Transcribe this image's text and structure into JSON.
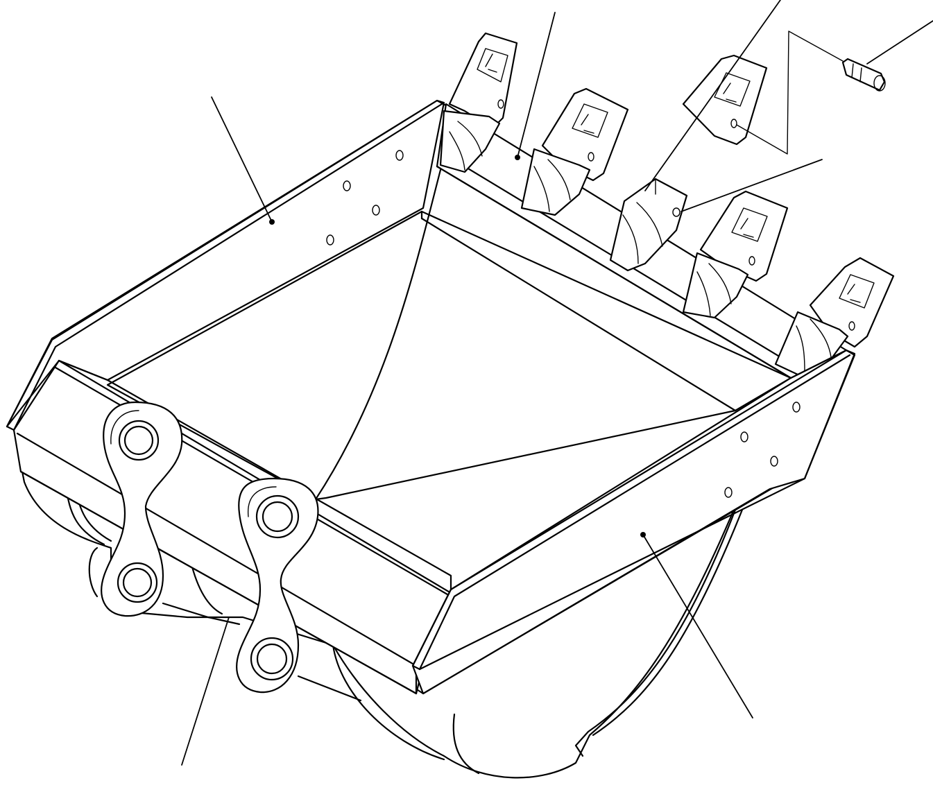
{
  "figure": {
    "subject": "bucket-assembly-exploded-view",
    "callouts": [
      {
        "id": "side-plate-left",
        "label": ""
      },
      {
        "id": "cutting-edge",
        "label": ""
      },
      {
        "id": "tooth-tip",
        "label": ""
      },
      {
        "id": "tooth-pin",
        "label": ""
      },
      {
        "id": "tooth-adapter",
        "label": ""
      },
      {
        "id": "side-plate-right",
        "label": ""
      },
      {
        "id": "bucket-shell",
        "label": ""
      }
    ],
    "line_color": "#000000",
    "background_color": "#ffffff"
  }
}
